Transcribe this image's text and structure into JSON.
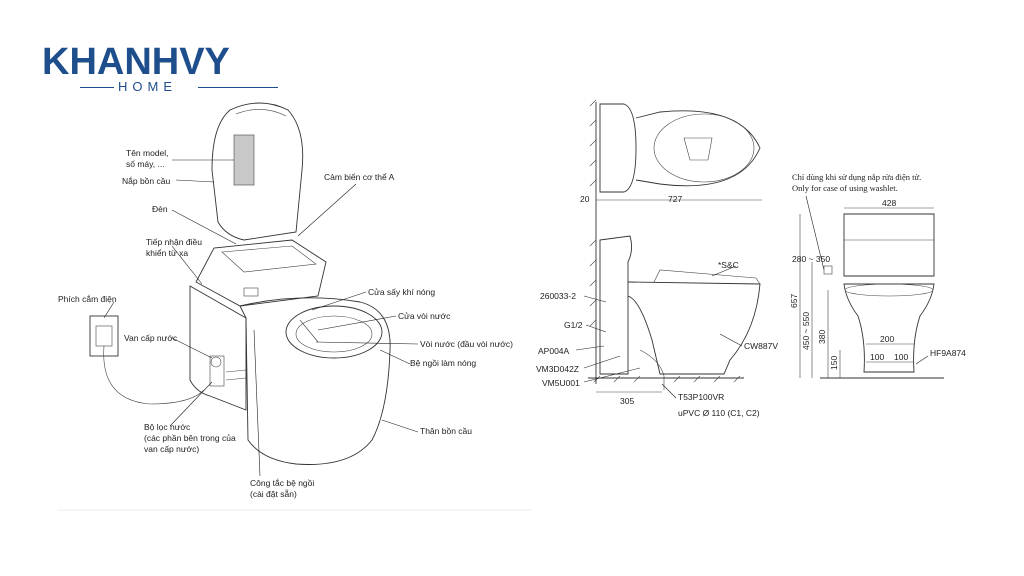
{
  "logo": {
    "brand": "KHANHVY",
    "sub": "HOME"
  },
  "parts": {
    "model_label_1": "Tên model,",
    "model_label_2": "số máy, ...",
    "lid": "Nắp bồn cầu",
    "light": "Đèn",
    "remote_1": "Tiếp nhận điều",
    "remote_2": "khiển từ xa",
    "plug": "Phích cắm điện",
    "valve": "Van cấp nước",
    "filter_1": "Bộ lọc nước",
    "filter_2": "(các phần bên trong của",
    "filter_3": "van cấp nước)",
    "sensor": "Cảm biến cơ thể A",
    "dryer": "Cửa sấy khí nóng",
    "nozzle_door": "Cửa vòi nước",
    "nozzle": "Vòi nước (đầu vòi nước)",
    "heated_seat": "Bệ ngồi làm nóng",
    "body": "Thân bồn cầu",
    "seat_switch_1": "Công tắc bệ ngồi",
    "seat_switch_2": "(cài đặt sẵn)"
  },
  "spec": {
    "top_20": "20",
    "top_727": "727",
    "sc": "*S&C",
    "p260033": "260033-2",
    "g12": "G1/2",
    "ap004a": "AP004A",
    "vm3d042z": "VM3D042Z",
    "vm5u001": "VM5U001",
    "d305": "305",
    "t53p100vr": "T53P100VR",
    "upvc": "uPVC Ø 110 (C1, C2)",
    "cw887v": "CW887V",
    "note_vi": "Chỉ dùng khi sử dụng nắp rửa điện tử.",
    "note_en": "Only for case of using washlet.",
    "d428": "428",
    "d280_350": "280 ~ 350",
    "d657": "657",
    "d450_550": "450 ~ 550",
    "d380": "380",
    "d150": "150",
    "d200": "200",
    "d100a": "100",
    "d100b": "100",
    "hf9a874": "HF9A874"
  },
  "colors": {
    "brand": "#1f4e8c"
  }
}
